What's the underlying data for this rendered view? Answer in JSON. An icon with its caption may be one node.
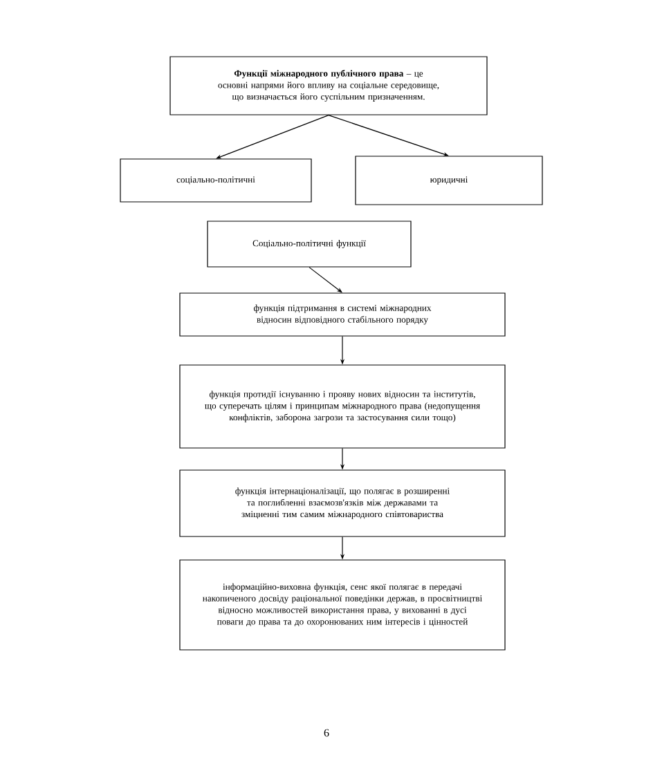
{
  "diagram": {
    "nodes": [
      {
        "text": [
          "**Функції міжнародного публічного права** – це основні напрями його впливу на соціальне середовище, що визначається його суспільним призначенням."
        ]
      },
      {
        "text": [
          "соціально-політичні"
        ]
      },
      {
        "text": [
          "юридичні"
        ]
      },
      {
        "text": [
          "Соціально-політичні функції"
        ]
      },
      {
        "text": [
          "функція підтримання в системі міжнародних відносин відповідного стабільного порядку"
        ]
      },
      {
        "text": [
          "функція протидії існуванню і прояву нових відносин та інститутів, що суперечать цілям і принципам міжнародного права (недопущення конфліктів, заборона загрози та застосування сили тощо)"
        ]
      },
      {
        "text": [
          "функція інтернаціоналізації, що полягає в розширенні та поглибленні взаємозв'язків між державами та зміцненні тим самим міжнародного співтовариства"
        ]
      },
      {
        "text": [
          "інформаційно-виховна функція, сенс якої полягає в передачі накопиченого досвіду раціональної поведінки держав, в просвітництві відносно можливостей використання права, у вихованні в дусі поваги до права та до охоронюваних ним інтересів і цінностей"
        ]
      }
    ],
    "edges": [
      {
        "from": 0,
        "to": 1,
        "arrow": "to"
      },
      {
        "from": 0,
        "to": 2,
        "arrow": "to"
      },
      {
        "from": 3,
        "to": 4,
        "arrow": "to"
      },
      {
        "from": 4,
        "to": 5,
        "arrow": "to"
      },
      {
        "from": 5,
        "to": 6,
        "arrow": "to"
      },
      {
        "from": 6,
        "to": 7,
        "arrow": "to"
      }
    ],
    "labels": [
      "6"
    ]
  }
}
